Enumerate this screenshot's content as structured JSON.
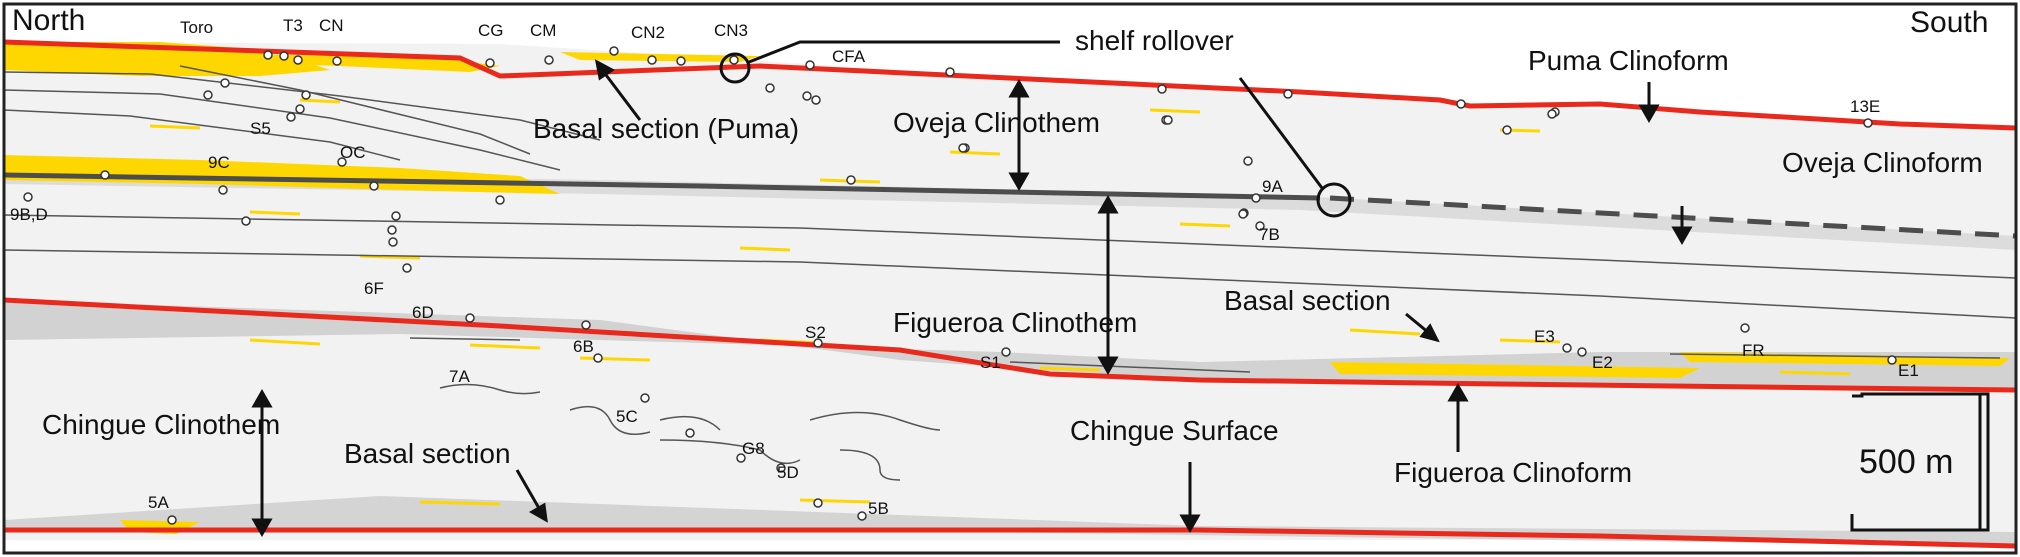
{
  "corners": {
    "north": "North",
    "south": "South"
  },
  "colors": {
    "surface": "#e8291c",
    "sand": "#ffd700",
    "mud": "#f0f0f0",
    "mud_dark": "#cfcfcf",
    "clinoform": "#4d4d4d",
    "frame": "#222222"
  },
  "labels": {
    "shelf_rollover": "shelf rollover",
    "puma_clinoform": "Puma Clinoform",
    "basal_puma": "Basal section (Puma)",
    "oveja_clinothem": "Oveja Clinothem",
    "oveja_clinoform": "Oveja Clinoform",
    "figueroa_clinothem": "Figueroa Clinothem",
    "basal_section_upper": "Basal section",
    "chingue_clinothem": "Chingue Clinothem",
    "basal_section_lower": "Basal section",
    "chingue_surface": "Chingue Surface",
    "figueroa_clinoform": "Figueroa Clinoform"
  },
  "scale_bar": {
    "label": "500 m"
  },
  "sites": {
    "toro": "Toro",
    "t3": "T3",
    "cn": "CN",
    "cg": "CG",
    "cm": "CM",
    "cn2": "CN2",
    "cn3": "CN3",
    "cfa": "CFA",
    "s5": "S5",
    "oc": "OC",
    "c9": "9C",
    "bd9": "9B,D",
    "a9": "9A",
    "b7": "7B",
    "e13": "13E",
    "f6": "6F",
    "d6": "6D",
    "b6": "6B",
    "a7": "7A",
    "s2": "S2",
    "s1": "S1",
    "e3": "E3",
    "e2": "E2",
    "fr": "FR",
    "e1": "E1",
    "c5": "5C",
    "g8": "G8",
    "d5": "5D",
    "b5": "5B",
    "a5": "5A"
  }
}
